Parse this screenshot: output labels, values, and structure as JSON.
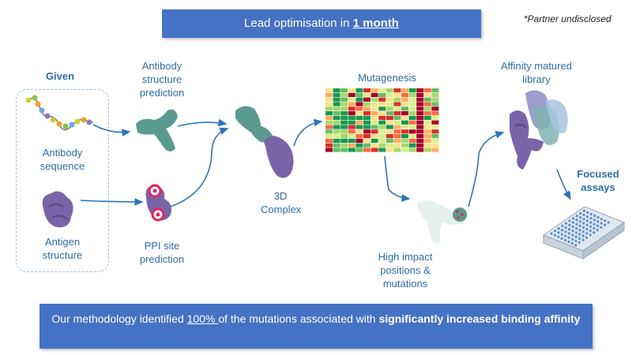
{
  "top_banner": {
    "prefix": "Lead optimisation in ",
    "emphasis": "1 month"
  },
  "partner_note": "*Partner undisclosed",
  "given": {
    "title": "Given"
  },
  "labels": {
    "antibody_sequence": [
      "Antibody",
      "sequence"
    ],
    "antigen_structure": [
      "Antigen",
      "structure"
    ],
    "antibody_structure_prediction": [
      "Antibody",
      "structure",
      "prediction"
    ],
    "ppi_site_prediction": [
      "PPI site",
      "prediction"
    ],
    "complex_3d": [
      "3D",
      "Complex"
    ],
    "mutagenesis": "Mutagenesis",
    "high_impact": [
      "High impact",
      "positions &",
      "mutations"
    ],
    "affinity_library": [
      "Affinity matured",
      "library"
    ],
    "focused_assays": [
      "Focused",
      "assays"
    ]
  },
  "bottom_banner": {
    "part1": "Our methodology identified ",
    "percent": "100% ",
    "part2": "of the mutations associated with ",
    "bold": "significantly increased binding affinity"
  },
  "colors": {
    "accent": "#4472c4",
    "label": "#2e6da4",
    "arrow": "#2e75b6",
    "antibody": "#5b9b8f",
    "antigen": "#7a64a8",
    "target": "#e0245e"
  }
}
